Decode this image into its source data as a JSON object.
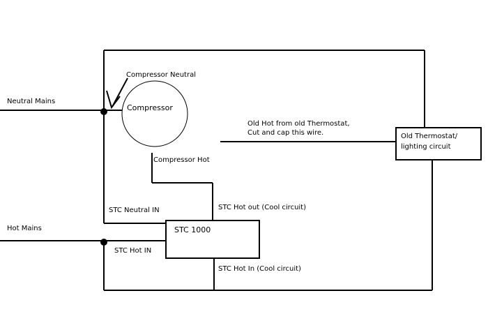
{
  "diagram": {
    "labels": {
      "compressor_neutral": "Compressor Neutral",
      "neutral_mains": "Neutral Mains",
      "compressor": "Compressor",
      "old_hot_line1": "Old Hot from old Thermostat,",
      "old_hot_line2": "Cut and cap this wire.",
      "old_thermostat_line1": "Old Thermostat/",
      "old_thermostat_line2": "lighting circuit",
      "compressor_hot": "Compressor Hot",
      "stc_hot_out": "STC Hot out (Cool circuit)",
      "stc_neutral_in": "STC Neutral IN",
      "stc_1000": "STC 1000",
      "hot_mains": "Hot Mains",
      "stc_hot_in": "STC Hot IN",
      "stc_hot_in_cool": "STC Hot In (Cool circuit)"
    },
    "colors": {
      "line": "#000000",
      "background": "#ffffff"
    }
  }
}
